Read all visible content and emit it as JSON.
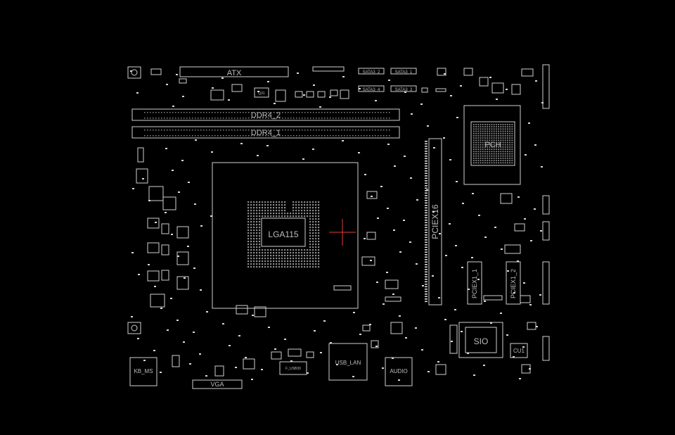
{
  "board": {
    "background": "#000000",
    "trace_color": "#cfcfcf",
    "marker_color": "#e03c3c",
    "labels": {
      "atx": "ATX",
      "ddr4_2": "DDR4_2",
      "ddr4_1": "DDR4_1",
      "cpu_socket": "LGA115",
      "pchip": "PCH",
      "pciex16": "PCIEX16",
      "pciex1_1": "PCIEX1_1",
      "pciex1_2": "PCIEX1_2",
      "sio": "SIO",
      "cu1": "CU1",
      "kb_ms": "KB_MS",
      "vga": "VGA",
      "usb_lan": "USB_LAN",
      "audio": "AUDIO",
      "sata1": "SATA3_1",
      "sata2": "SATA3_2",
      "sata3": "SATA3_3",
      "sata4": "SATA3_4",
      "q31": "Q31",
      "f_panel": "F_USB30"
    }
  }
}
